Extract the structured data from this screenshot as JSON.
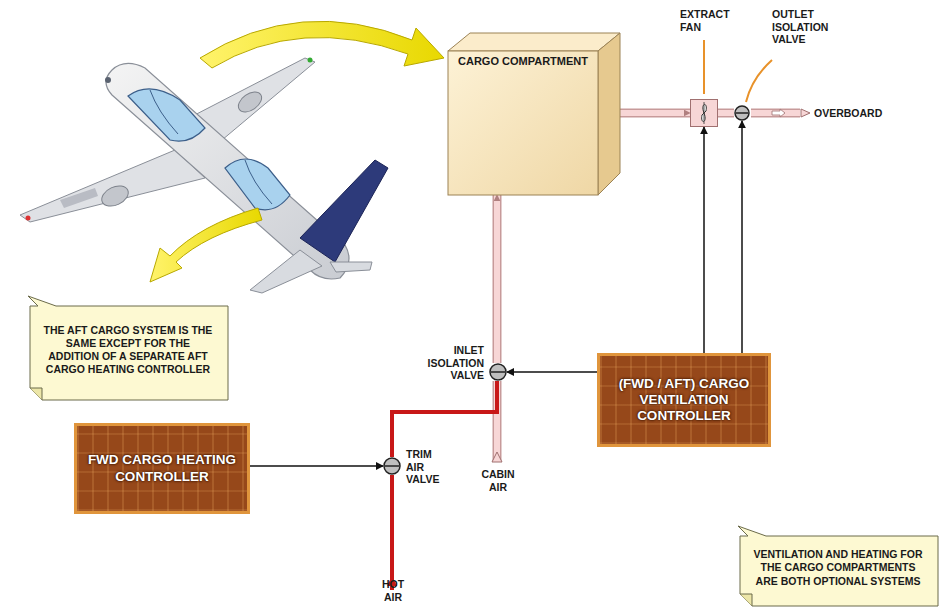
{
  "diagram": {
    "nodes": [
      {
        "text": [
          "CARGO COMPARTMENT"
        ]
      },
      {
        "text": [
          "EXTRACT FAN"
        ]
      },
      {
        "text": [
          "OUTLET ISOLATION VALVE"
        ]
      },
      {
        "text": [
          "INLET ISOLATION VALVE"
        ]
      },
      {
        "text": [
          "(FWD / AFT) CARGO VENTILATION CONTROLLER"
        ]
      },
      {
        "text": [
          "FWD CARGO HEATING CONTROLLER"
        ]
      },
      {
        "text": [
          "TRIM AIR VALVE"
        ]
      },
      {
        "text": [
          "THE AFT CARGO SYSTEM IS THE SAME EXCEPT FOR THE ADDITION OF A SEPARATE AFT CARGO HEATING CONTROLLER"
        ]
      },
      {
        "text": [
          "VENTILATION AND HEATING FOR THE CARGO COMPARTMENTS ARE BOTH OPTIONAL SYSTEMS"
        ]
      }
    ],
    "edges": [
      {
        "from": 0,
        "to": 1,
        "arrow": "to"
      },
      {
        "from": 1,
        "to": 2,
        "arrow": "none"
      },
      {
        "from": 4,
        "to": 1,
        "arrow": "to"
      },
      {
        "from": 4,
        "to": 2,
        "arrow": "to"
      },
      {
        "from": 4,
        "to": 3,
        "arrow": "to"
      },
      {
        "from": 3,
        "to": 0,
        "arrow": "to"
      },
      {
        "from": 5,
        "to": 6,
        "arrow": "to"
      },
      {
        "from": 6,
        "to": 3,
        "arrow": "none"
      }
    ],
    "labels": [
      "OVERBOARD",
      "CABIN AIR",
      "HOT AIR"
    ]
  }
}
